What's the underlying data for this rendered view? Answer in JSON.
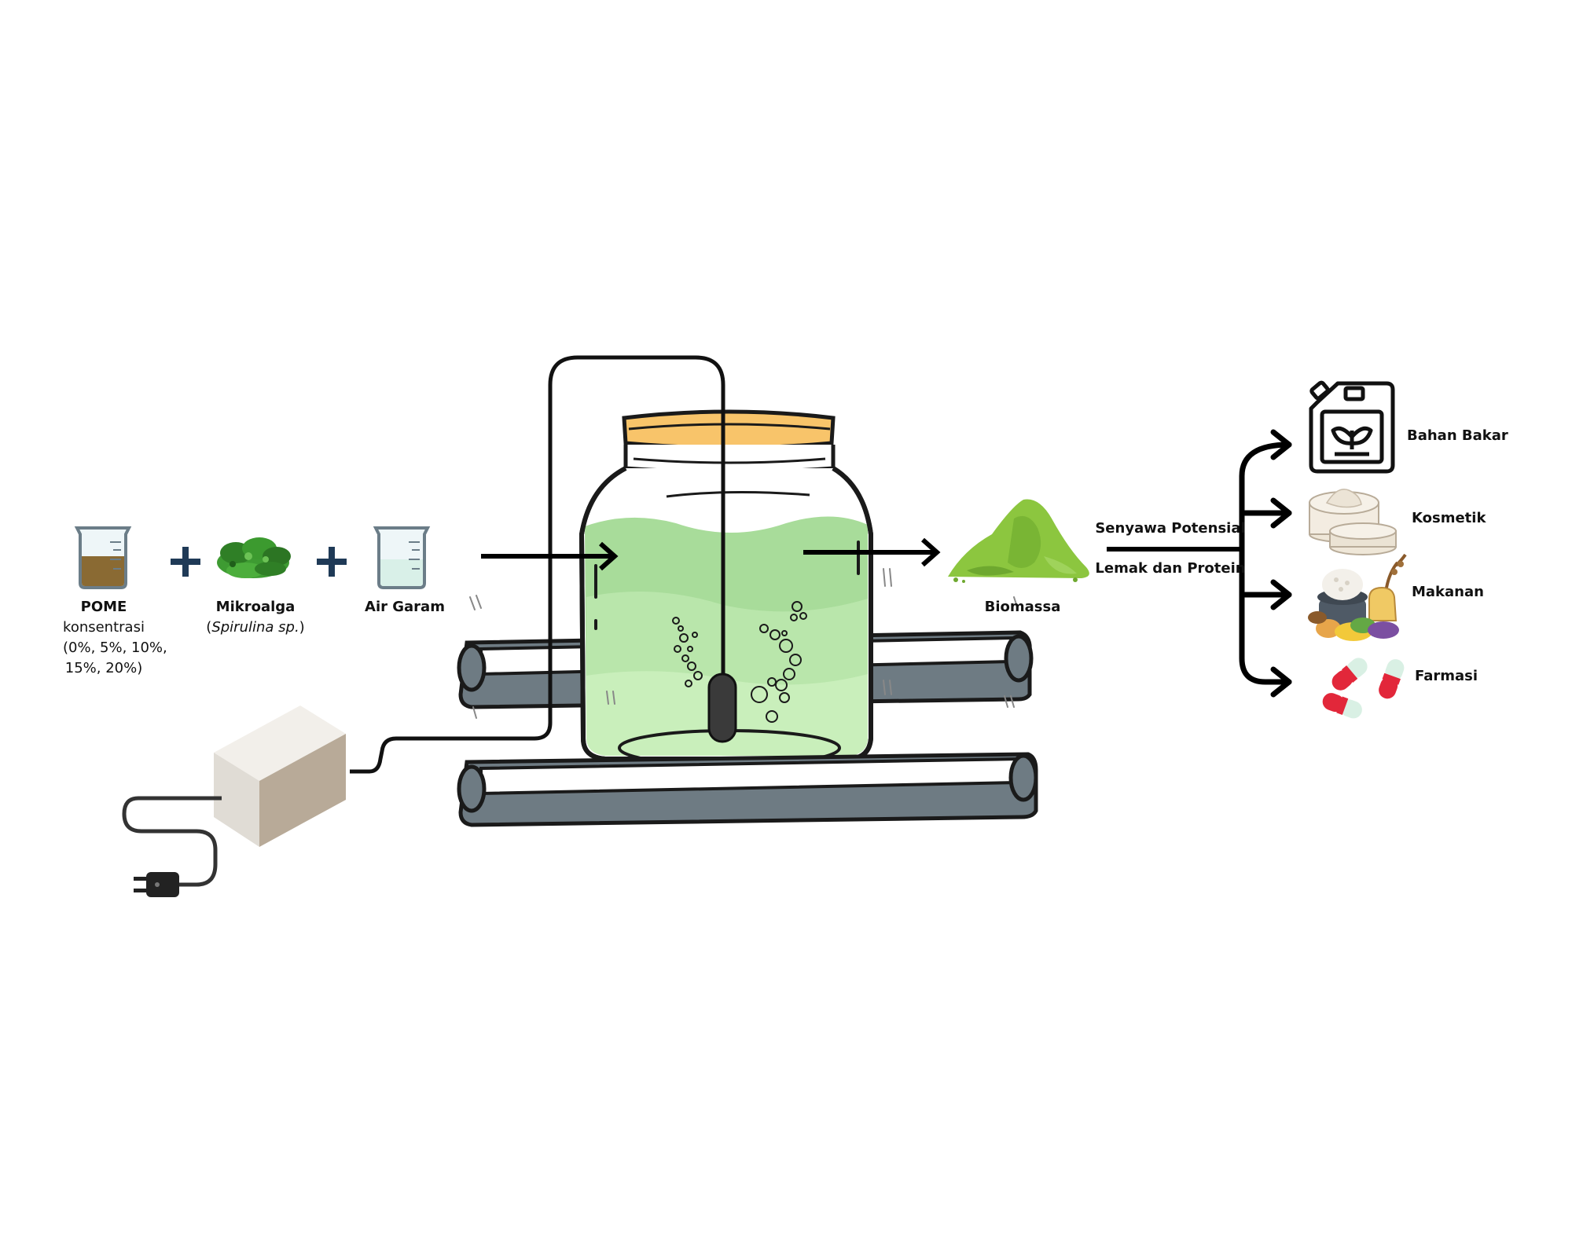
{
  "inputs": {
    "pome": {
      "title": "POME",
      "line1": "konsentrasi",
      "line2": "(0%, 5%, 10%,",
      "line3": "15%, 20%)"
    },
    "mikroalga": {
      "title": "Mikroalga",
      "species": "Spirulina sp.",
      "paren_open": "(",
      "paren_close": ")"
    },
    "air_garam": {
      "title": "Air Garam"
    }
  },
  "output": {
    "biomassa": "Biomassa",
    "compound_line1": "Senyawa Potensial",
    "compound_line2": "Lemak dan Protein"
  },
  "products": [
    {
      "label": "Bahan Bakar",
      "icon": "fuel-canister-icon"
    },
    {
      "label": "Kosmetik",
      "icon": "cosmetic-cream-icon"
    },
    {
      "label": "Makanan",
      "icon": "food-icon"
    },
    {
      "label": "Farmasi",
      "icon": "capsule-icon"
    }
  ],
  "colors": {
    "culture_green": "#a8dc9a",
    "lid_orange": "#f8c46a",
    "biomass_green": "#8cc63f",
    "lamp_gray": "#6e7b83",
    "pump_box": "#e6e3dd",
    "arrow": "#000000",
    "plus_sign": "#1f3a57"
  }
}
